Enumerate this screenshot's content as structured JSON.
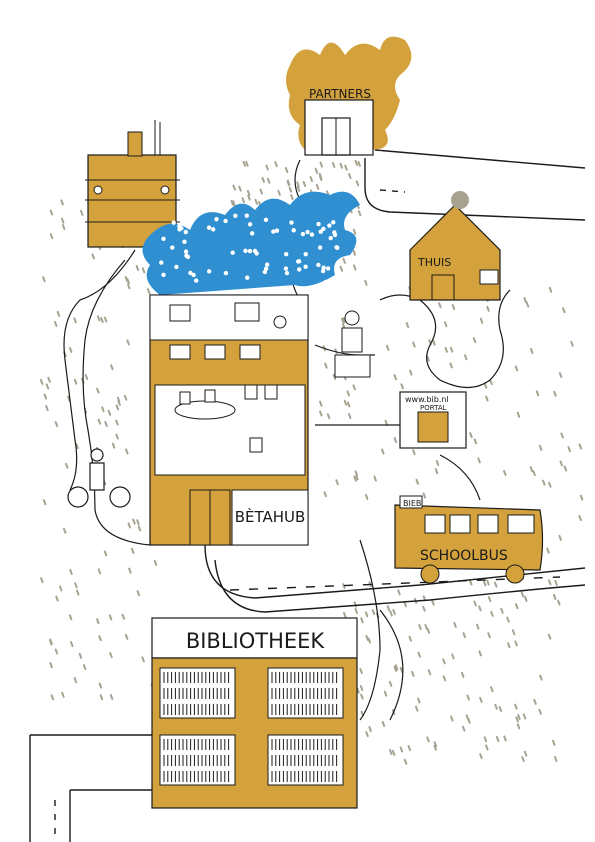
{
  "labels": {
    "partners": "PARTNERS",
    "thuis": "THUIS",
    "betahub": "BÈTAHUB",
    "bibliotheek": "BIBLIOTHEEK",
    "schoolbus": "SCHOOLBUS",
    "bieb": "BIEB",
    "portal_url": "www.bib.nl",
    "portal": "PORTAL"
  },
  "colors": {
    "ochre": "#d4a23c",
    "blue": "#2f8fd0",
    "grey_dots": "#a7a391",
    "ink": "#1a1a1a"
  },
  "icons": [
    "partners-building-icon",
    "home-icon",
    "office-tower-icon",
    "library-icon",
    "bus-icon",
    "cyclist-icon",
    "laptop-user-icon",
    "monitor-icon",
    "chair-icon",
    "table-icon"
  ]
}
